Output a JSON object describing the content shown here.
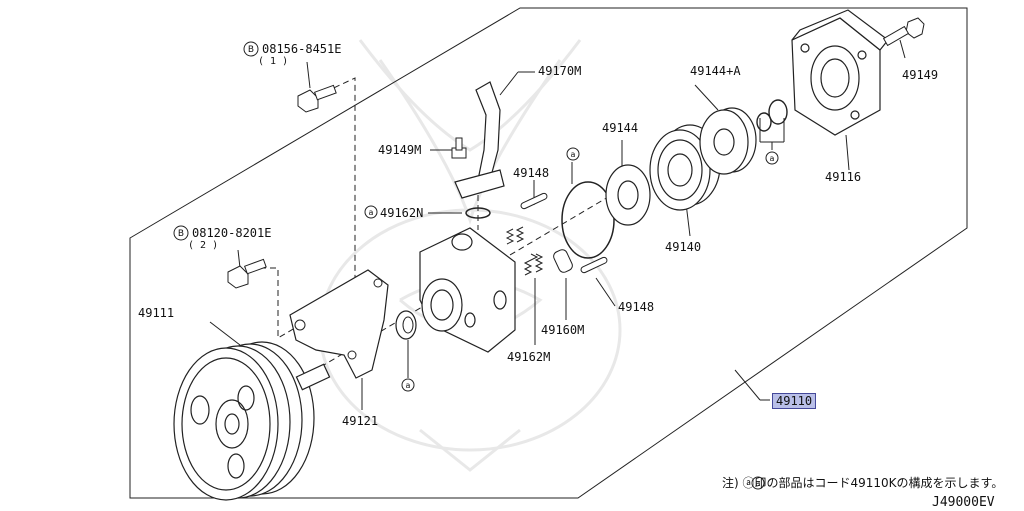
{
  "diagram": {
    "labels": {
      "bolt_b1": "08156-8451E",
      "bolt_b1_qty": "( 1 )",
      "bolt_b2": "08120-8201E",
      "bolt_b2_qty": "( 2 )",
      "p49170M": "49170M",
      "p49144A": "49144+A",
      "p49149_top": "49149",
      "p49149M": "49149M",
      "p49144": "49144",
      "p49148_a": "49148",
      "p49162N": "49162N",
      "p49116": "49116",
      "p49140": "49140",
      "p49111": "49111",
      "p49148_b": "49148",
      "p49160M": "49160M",
      "p49162M": "49162M",
      "p49121": "49121",
      "assembly": "49110"
    },
    "ref_marks": {
      "b": "B",
      "a": "a"
    },
    "footnote": "注) ⓐ印の部品はコード49110Kの構成を示します。",
    "drawing_code": "J49000EV",
    "colors": {
      "line": "#222222",
      "highlight": "#b9bfe8",
      "watermark": "#e6e6e6"
    }
  }
}
